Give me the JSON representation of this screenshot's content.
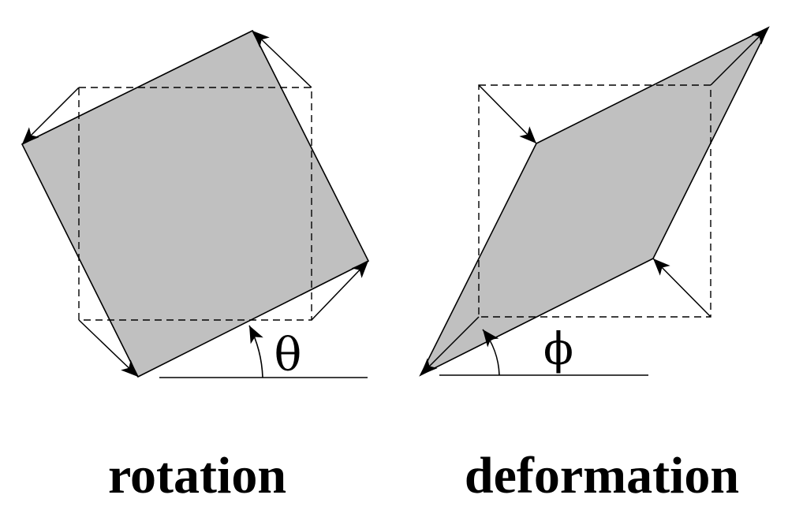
{
  "panels": {
    "rotation": {
      "caption": "rotation",
      "angle_symbol": "θ"
    },
    "deformation": {
      "caption": "deformation",
      "angle_symbol": "ϕ"
    }
  },
  "colors": {
    "shape_fill": "#c0c0c0",
    "stroke": "#000000",
    "background": "#ffffff"
  }
}
